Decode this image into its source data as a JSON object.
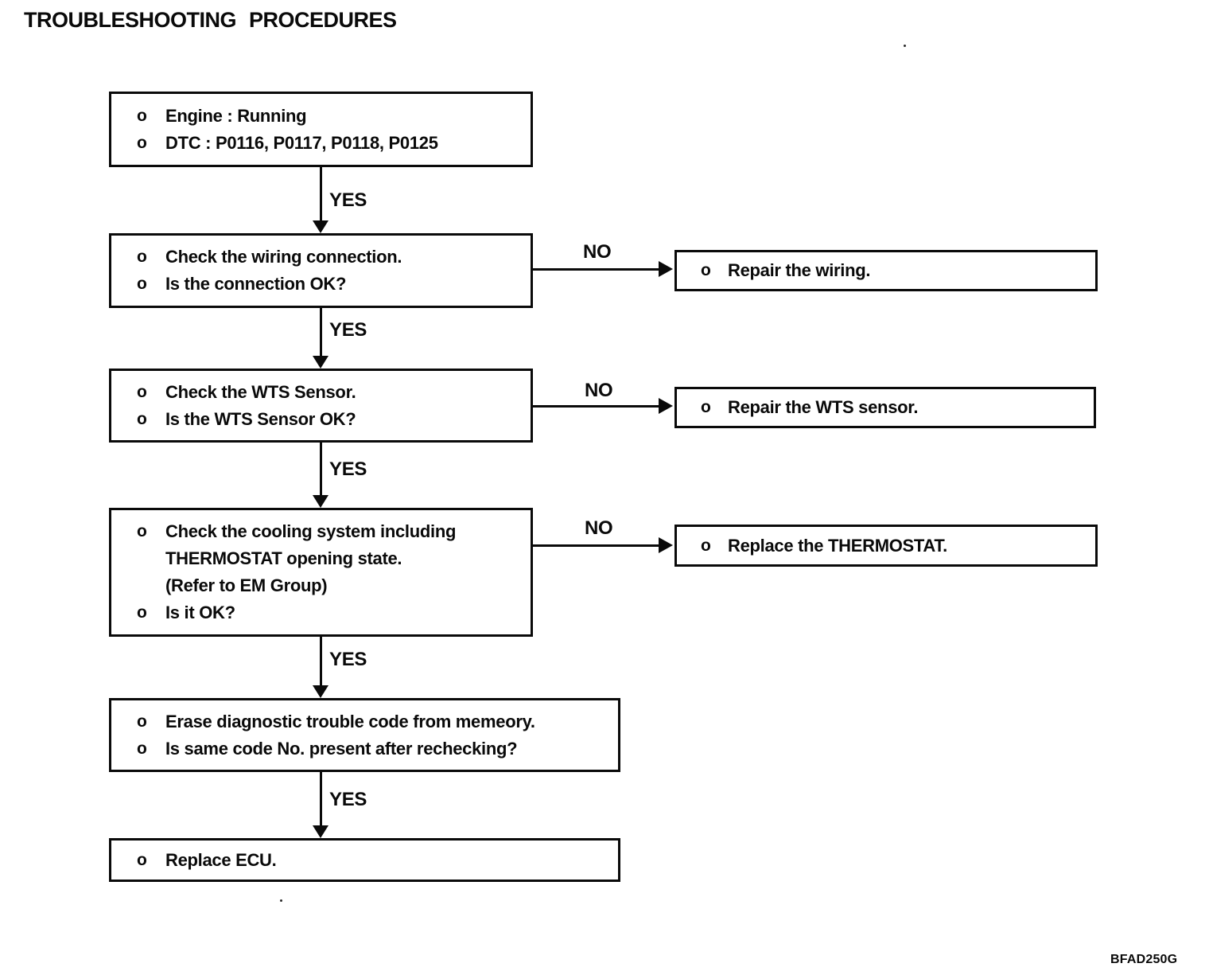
{
  "title": "TROUBLESHOOTING PROCEDURES",
  "figure_code": "BFAD250G",
  "connectors": {
    "yes1": "YES",
    "yes2": "YES",
    "yes3": "YES",
    "yes4": "YES",
    "yes5": "YES",
    "no1": "NO",
    "no2": "NO",
    "no3": "NO"
  },
  "nodes": {
    "start": {
      "rows": [
        {
          "bullet": "o",
          "text": "Engine : Running"
        },
        {
          "bullet": "o",
          "text": "DTC : P0116, P0117, P0118, P0125"
        }
      ]
    },
    "check_wiring": {
      "rows": [
        {
          "bullet": "o",
          "text": "Check the wiring connection."
        },
        {
          "bullet": "o",
          "text": "Is the connection OK?"
        }
      ]
    },
    "repair_wiring": {
      "rows": [
        {
          "bullet": "o",
          "text": "Repair the wiring."
        }
      ]
    },
    "check_wts": {
      "rows": [
        {
          "bullet": "o",
          "text": "Check the WTS Sensor."
        },
        {
          "bullet": "o",
          "text": "Is the WTS Sensor OK?"
        }
      ]
    },
    "repair_wts": {
      "rows": [
        {
          "bullet": "o",
          "text": "Repair the WTS sensor."
        }
      ]
    },
    "check_cooling": {
      "rows": [
        {
          "bullet": "o",
          "text": "Check the cooling system including"
        },
        {
          "text": "THERMOSTAT opening state."
        },
        {
          "text": "(Refer to EM Group)"
        },
        {
          "bullet": "o",
          "text": "Is it OK?"
        }
      ]
    },
    "replace_thermostat": {
      "rows": [
        {
          "bullet": "o",
          "text": "Replace the THERMOSTAT."
        }
      ]
    },
    "erase_dtc": {
      "rows": [
        {
          "bullet": "o",
          "text": "Erase diagnostic trouble code from memeory."
        },
        {
          "bullet": "o",
          "text": "Is same code No. present after rechecking?"
        }
      ]
    },
    "replace_ecu": {
      "rows": [
        {
          "bullet": "o",
          "text": "Replace ECU."
        }
      ]
    }
  }
}
